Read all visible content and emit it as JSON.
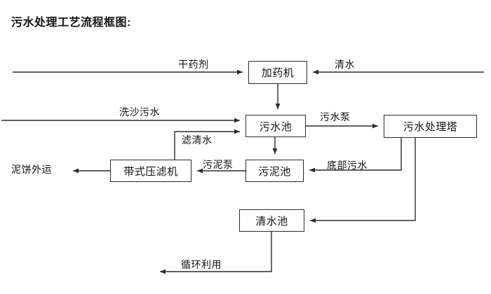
{
  "diagram": {
    "title": "污水处理工艺流程框图:",
    "nodes": [
      {
        "id": "dosing_machine",
        "label": "加药机"
      },
      {
        "id": "wastewater_pool",
        "label": "污水池"
      },
      {
        "id": "treatment_tower",
        "label": "污水处理塔"
      },
      {
        "id": "belt_filter_press",
        "label": "带式压滤机"
      },
      {
        "id": "sludge_pool",
        "label": "污泥池"
      },
      {
        "id": "clean_water_pool",
        "label": "清水池"
      }
    ],
    "terminals": [
      {
        "id": "dry_chemical",
        "label": "干药剂"
      },
      {
        "id": "clean_water_in",
        "label": "清水"
      },
      {
        "id": "sand_wash_wastewater",
        "label": "洗沙污水"
      },
      {
        "id": "mud_cake_out",
        "label": "泥饼外运"
      },
      {
        "id": "recycle_use",
        "label": "循环利用"
      }
    ],
    "edge_labels": [
      {
        "id": "wastewater_pump",
        "label": "污水泵"
      },
      {
        "id": "filtered_water",
        "label": "滤清水"
      },
      {
        "id": "sludge_pump",
        "label": "污泥泵"
      },
      {
        "id": "bottom_wastewater",
        "label": "底部污水"
      }
    ],
    "colors": {
      "stroke": "#2b2b2b",
      "text": "#111111",
      "background": "#ffffff"
    }
  }
}
